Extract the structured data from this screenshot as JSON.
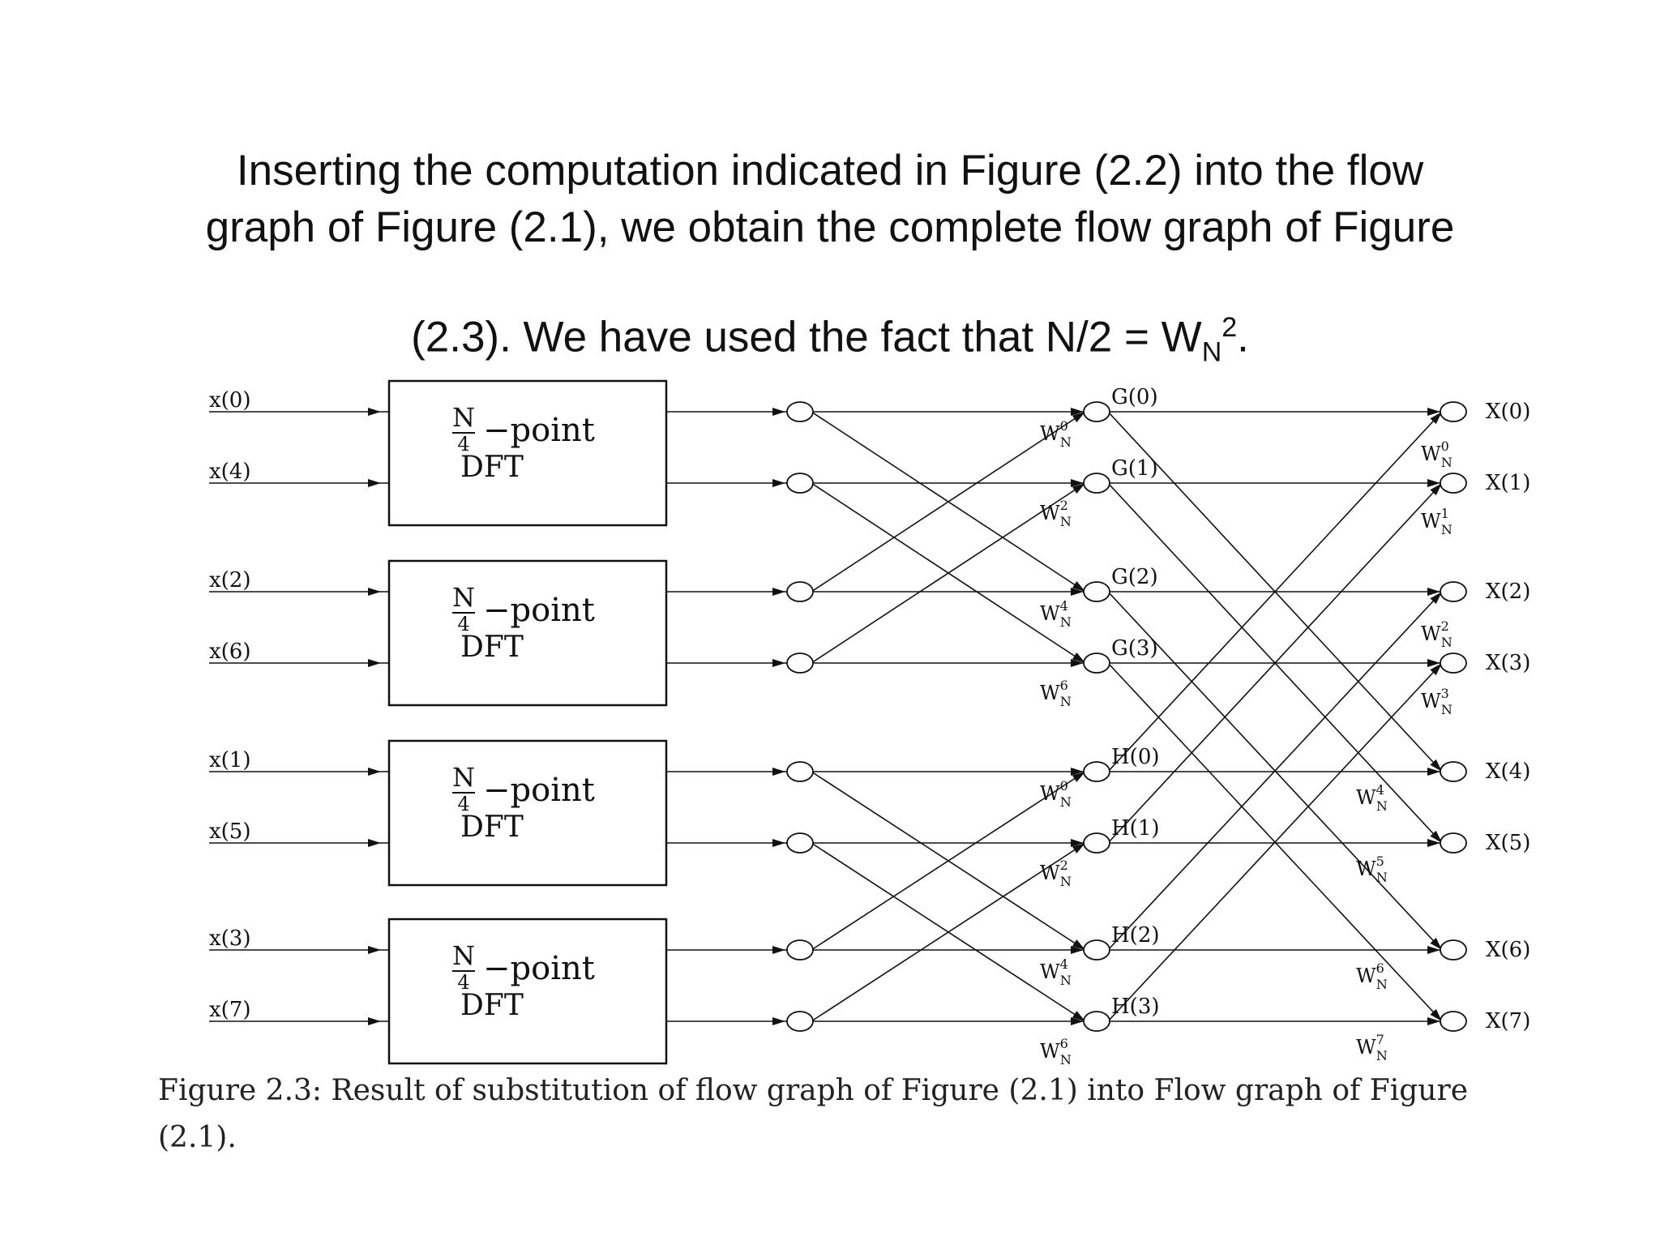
{
  "heading": {
    "line1": "Inserting the computation indicated in Figure (2.2) into the flow",
    "line2": "graph  of Figure (2.1), we obtain the complete flow graph of Figure",
    "line3_main": "(2.3). We have used the fact that N/2 = W",
    "line3_sub": "N",
    "line3_sup": "2",
    "line3_end": "."
  },
  "inputs": [
    "x(0)",
    "x(4)",
    "x(2)",
    "x(6)",
    "x(1)",
    "x(5)",
    "x(3)",
    "x(7)"
  ],
  "dft_blocks": [
    {
      "fraction_num": "N",
      "fraction_den": "4",
      "label": "−point",
      "label2": "DFT"
    },
    {
      "fraction_num": "N",
      "fraction_den": "4",
      "label": "−point",
      "label2": "DFT"
    },
    {
      "fraction_num": "N",
      "fraction_den": "4",
      "label": "−point",
      "label2": "DFT"
    },
    {
      "fraction_num": "N",
      "fraction_den": "4",
      "label": "−point",
      "label2": "DFT"
    }
  ],
  "mid_nodes": [
    "G(0)",
    "G(1)",
    "G(2)",
    "G(3)",
    "H(0)",
    "H(1)",
    "H(2)",
    "H(3)"
  ],
  "stage2_twiddles": [
    {
      "base": "W",
      "sub": "N",
      "sup": "0"
    },
    {
      "base": "W",
      "sub": "N",
      "sup": "2"
    },
    {
      "base": "W",
      "sub": "N",
      "sup": "4"
    },
    {
      "base": "W",
      "sub": "N",
      "sup": "6"
    },
    {
      "base": "W",
      "sub": "N",
      "sup": "0"
    },
    {
      "base": "W",
      "sub": "N",
      "sup": "2"
    },
    {
      "base": "W",
      "sub": "N",
      "sup": "4"
    },
    {
      "base": "W",
      "sub": "N",
      "sup": "6"
    }
  ],
  "outputs": [
    "X(0)",
    "X(1)",
    "X(2)",
    "X(3)",
    "X(4)",
    "X(5)",
    "X(6)",
    "X(7)"
  ],
  "stage3_twiddles": [
    {
      "base": "W",
      "sub": "N",
      "sup": "0"
    },
    {
      "base": "W",
      "sub": "N",
      "sup": "1"
    },
    {
      "base": "W",
      "sub": "N",
      "sup": "2"
    },
    {
      "base": "W",
      "sub": "N",
      "sup": "3"
    },
    {
      "base": "W",
      "sub": "N",
      "sup": "4"
    },
    {
      "base": "W",
      "sub": "N",
      "sup": "5"
    },
    {
      "base": "W",
      "sub": "N",
      "sup": "6"
    },
    {
      "base": "W",
      "sub": "N",
      "sup": "7"
    }
  ],
  "caption": {
    "line1": "Figure 2.3:  Result of substitution of flow graph of Figure (2.1) into Flow graph of Figure",
    "line2": "(2.1)."
  }
}
